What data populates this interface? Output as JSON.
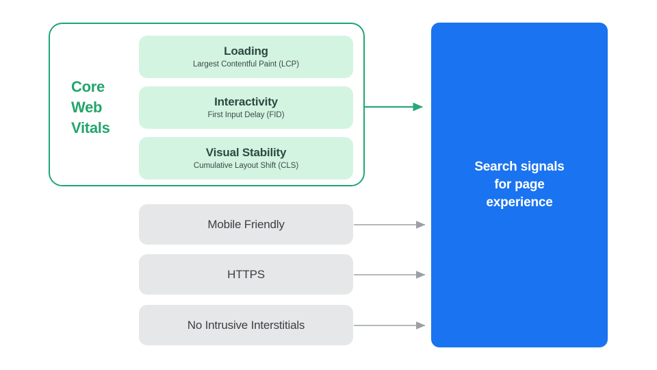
{
  "diagram": {
    "title_text_present": false,
    "background": "#ffffff",
    "colors": {
      "green_border": "#1ea672",
      "green_label": "#24a46d",
      "green_card_bg": "#d4f4e2",
      "green_arrow": "#2aa77b",
      "gray_card_bg": "#e6e7e8",
      "gray_arrow": "#9aa0a6",
      "blue_panel": "#1a73f0",
      "dark_text": "#2d4a42",
      "gray_text": "#3c4043",
      "white_text": "#ffffff"
    }
  },
  "core_web_vitals": {
    "label_lines": [
      "Core",
      "Web",
      "Vitals"
    ],
    "metrics": [
      {
        "title": "Loading",
        "subtitle": "Largest Contentful Paint (LCP)",
        "abbr": "LCP"
      },
      {
        "title": "Interactivity",
        "subtitle": "First Input Delay (FID)",
        "abbr": "FID"
      },
      {
        "title": "Visual Stability",
        "subtitle": "Cumulative Layout Shift (CLS)",
        "abbr": "CLS"
      }
    ]
  },
  "other_signals": [
    {
      "label": "Mobile Friendly"
    },
    {
      "label": "HTTPS"
    },
    {
      "label": "No Intrusive Interstitials"
    }
  ],
  "destination": {
    "lines": [
      "Search signals",
      "for page",
      "experience"
    ],
    "full_text": "Search signals for page experience"
  },
  "connectors": [
    {
      "name": "core-web-vitals-to-search-signals",
      "style": "green",
      "from": "core-web-vitals-container",
      "to": "search-signals-panel"
    },
    {
      "name": "mobile-friendly-to-search-signals",
      "style": "gray",
      "from": "signal-card-mobile-friendly",
      "to": "search-signals-panel"
    },
    {
      "name": "https-to-search-signals",
      "style": "gray",
      "from": "signal-card-https",
      "to": "search-signals-panel"
    },
    {
      "name": "no-intrusive-interstitials-to-search-signals",
      "style": "gray",
      "from": "signal-card-no-intrusive-interstitials",
      "to": "search-signals-panel"
    }
  ]
}
